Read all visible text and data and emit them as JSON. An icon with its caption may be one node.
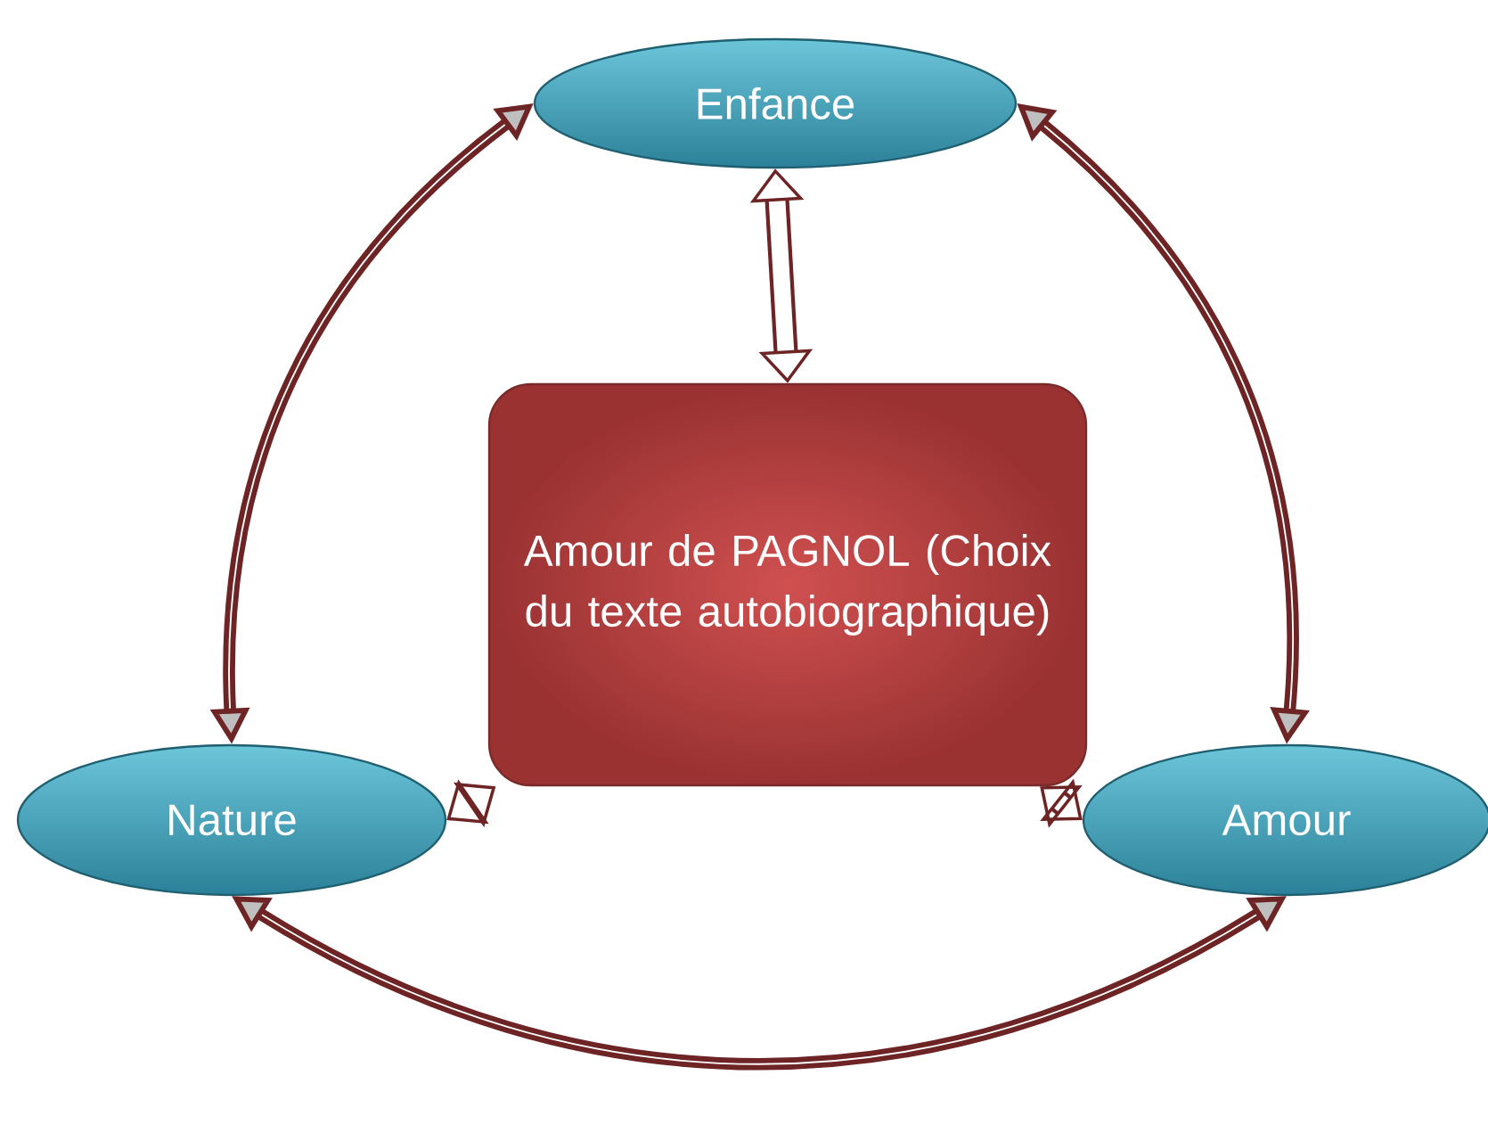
{
  "diagram": {
    "nodes": [
      {
        "text": [
          "Enfance"
        ]
      },
      {
        "text": [
          "Amour de PAGNOL (Choix du texte autobiographique)"
        ]
      },
      {
        "text": [
          "Nature"
        ]
      },
      {
        "text": [
          "Amour"
        ]
      }
    ],
    "edges": [
      {
        "from": 0,
        "to": 2,
        "arrow": "both"
      },
      {
        "from": 0,
        "to": 3,
        "arrow": "both"
      },
      {
        "from": 2,
        "to": 3,
        "arrow": "both"
      },
      {
        "from": 0,
        "to": 1,
        "arrow": "both",
        "style": "thick"
      },
      {
        "from": 1,
        "to": 2,
        "arrow": "both",
        "style": "thick"
      },
      {
        "from": 1,
        "to": 3,
        "arrow": "both",
        "style": "thick"
      }
    ]
  }
}
